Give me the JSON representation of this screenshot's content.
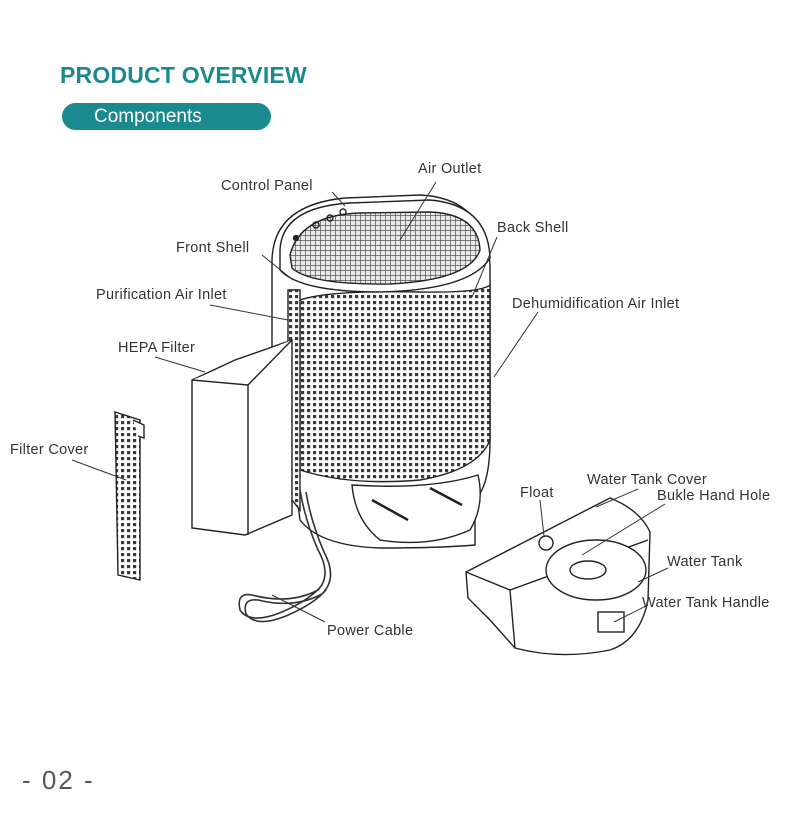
{
  "header": {
    "title": "PRODUCT OVERVIEW",
    "section": "Components"
  },
  "labels": {
    "air_outlet": "Air Outlet",
    "control_panel": "Control Panel",
    "back_shell": "Back Shell",
    "front_shell": "Front Shell",
    "purification_inlet": "Purification Air Inlet",
    "dehumid_inlet": "Dehumidification Air Inlet",
    "hepa_filter": "HEPA Filter",
    "filter_cover": "Filter Cover",
    "water_tank_cover": "Water Tank Cover",
    "float": "Float",
    "bukle_hand_hole": "Bukle Hand Hole",
    "water_tank": "Water Tank",
    "water_tank_handle": "Water Tank Handle",
    "power_cable": "Power Cable"
  },
  "footer": {
    "page": "- 02 -"
  },
  "colors": {
    "accent": "#1a8a8f",
    "line": "#333333"
  }
}
